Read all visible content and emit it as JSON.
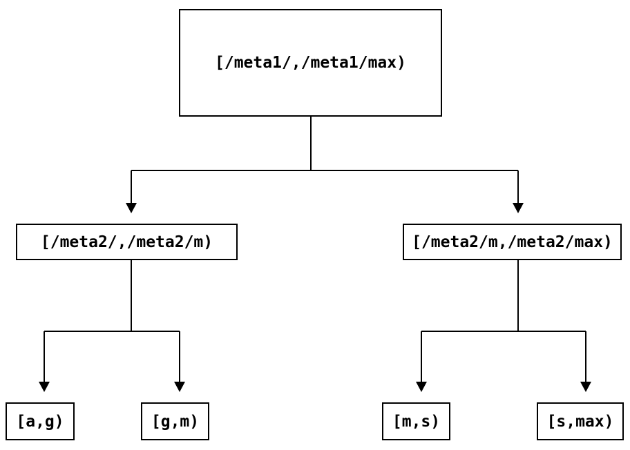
{
  "diagram": {
    "type": "binary-interval-partition-tree",
    "colors": {
      "background": "#ffffff",
      "line": "#000000",
      "box_border": "#000000",
      "text": "#000000"
    },
    "nodes": {
      "root": {
        "label": "[/meta1/,/meta1/max)"
      },
      "level1_left": {
        "label": "[/meta2/,/meta2/m)"
      },
      "level1_right": {
        "label": "[/meta2/m,/meta2/max)"
      },
      "leaf_ag": {
        "label": "[a,g)"
      },
      "leaf_gm": {
        "label": "[g,m)"
      },
      "leaf_ms": {
        "label": "[m,s)"
      },
      "leaf_smax": {
        "label": "[s,max)"
      }
    },
    "edges": [
      {
        "from": "root",
        "to": "level1_left"
      },
      {
        "from": "root",
        "to": "level1_right"
      },
      {
        "from": "level1_left",
        "to": "leaf_ag"
      },
      {
        "from": "level1_left",
        "to": "leaf_gm"
      },
      {
        "from": "level1_right",
        "to": "leaf_ms"
      },
      {
        "from": "level1_right",
        "to": "leaf_smax"
      }
    ]
  }
}
